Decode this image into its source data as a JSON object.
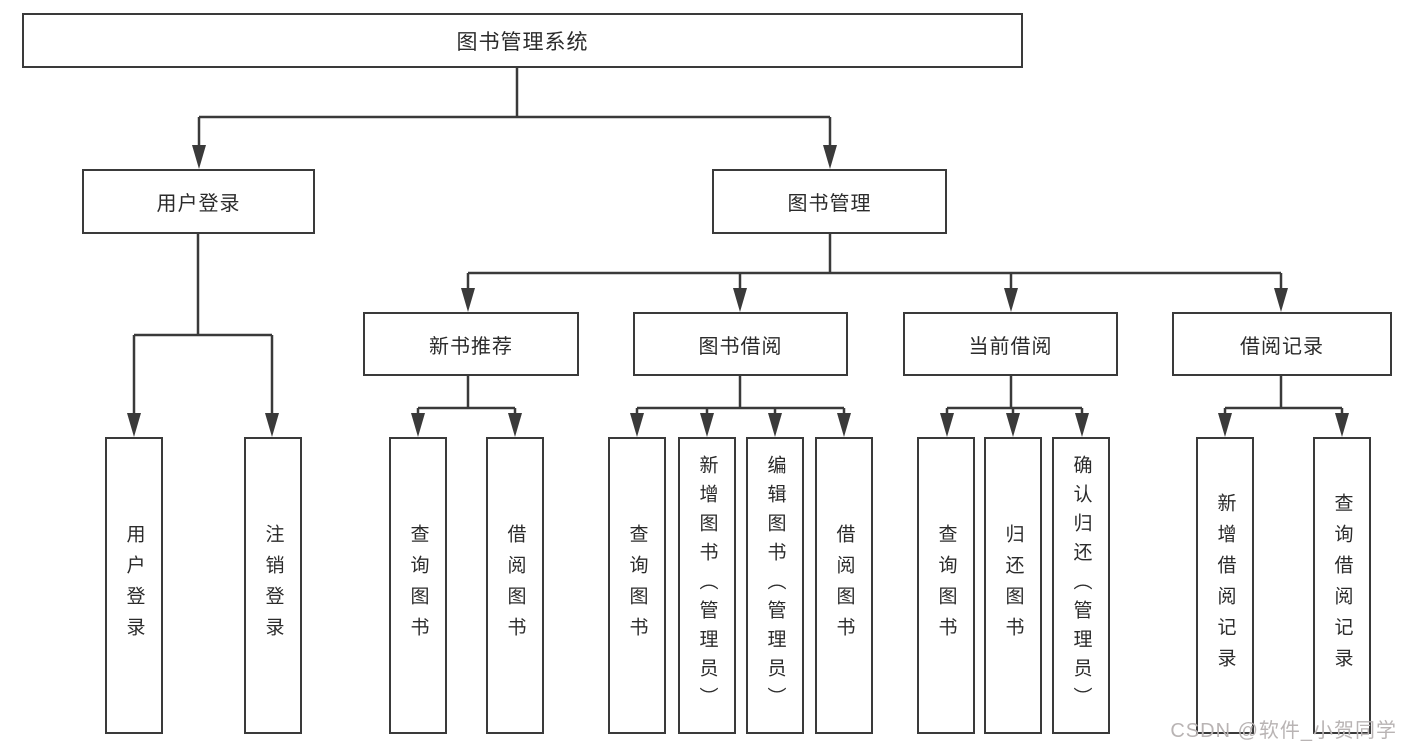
{
  "colors": {
    "background": "#ffffff",
    "line": "#3a3a3a",
    "box_border": "#3a3a3a",
    "text": "#2b2b2b",
    "watermark": "#b9b4b4"
  },
  "diagram": {
    "root": "图书管理系统",
    "user_login": {
      "label": "用户登录",
      "children": [
        "用户登录",
        "注销登录"
      ]
    },
    "book_management": {
      "label": "图书管理",
      "new_book_recommend": {
        "label": "新书推荐",
        "children": [
          "查询图书",
          "借阅图书"
        ]
      },
      "book_borrowing": {
        "label": "图书借阅",
        "children": [
          "查询图书",
          "新增图书（管理员）",
          "编辑图书（管理员）",
          "借阅图书"
        ]
      },
      "current_borrowing": {
        "label": "当前借阅",
        "children": [
          "查询图书",
          "归还图书",
          "确认归还（管理员）"
        ]
      },
      "borrow_records": {
        "label": "借阅记录",
        "children": [
          "新增借阅记录",
          "查询借阅记录"
        ]
      }
    }
  },
  "watermark": "CSDN @软件_小贺同学"
}
